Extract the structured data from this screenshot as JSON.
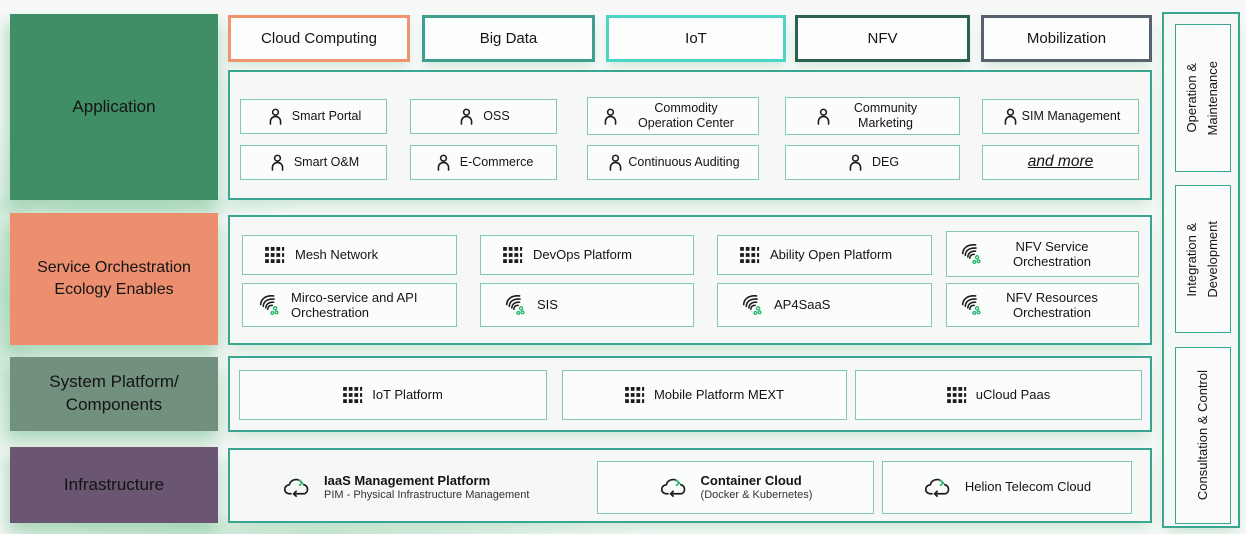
{
  "colors": {
    "application_bg": "#3f8e66",
    "service_bg": "#ec8f6e",
    "system_bg": "#71907e",
    "infrastructure_bg": "#6a5572",
    "cloud_computing_border": "#f0946f",
    "big_data_border": "#3f9f8e",
    "iot_border": "#4dd4c6",
    "nfv_border": "#2d6150",
    "mobilization_border": "#57626f",
    "container_border": "#3aa591",
    "item_border": "#85c7b5",
    "accent_green": "#2eb872",
    "icon_dark": "#1c1c1c"
  },
  "left_sections": {
    "application": "Application",
    "service": "Service Orchestration Ecology Enables",
    "system": "System Platform/ Components",
    "infrastructure": "Infrastructure"
  },
  "categories": [
    "Cloud Computing",
    "Big Data",
    "IoT",
    "NFV",
    "Mobilization"
  ],
  "application_items": {
    "row1": [
      "Smart Portal",
      "OSS",
      "Commodity Operation Center",
      "Community Marketing",
      "SIM Management"
    ],
    "row2": [
      "Smart O&M",
      "E-Commerce",
      "Continuous Auditing",
      "DEG",
      "and more"
    ]
  },
  "service_items": {
    "row1": [
      "Mesh Network",
      "DevOps Platform",
      "Ability Open Platform",
      "NFV Service Orchestration"
    ],
    "row2": [
      "Mirco-service and API Orchestration",
      "SIS",
      "AP4SaaS",
      "NFV Resources Orchestration"
    ]
  },
  "system_items": [
    "IoT Platform",
    "Mobile Platform MEXT",
    "uCloud Paas"
  ],
  "infrastructure_items": [
    {
      "title": "IaaS Management Platform",
      "subtitle": "PIM - Physical Infrastructure Management"
    },
    {
      "title": "Container Cloud",
      "subtitle": "(Docker & Kubernetes)"
    },
    {
      "title": "Helion Telecom Cloud",
      "subtitle": ""
    }
  ],
  "right_sections": [
    "Operation &\nMaintenance",
    "Integration &\nDevelopment",
    "Consultation & Control"
  ]
}
